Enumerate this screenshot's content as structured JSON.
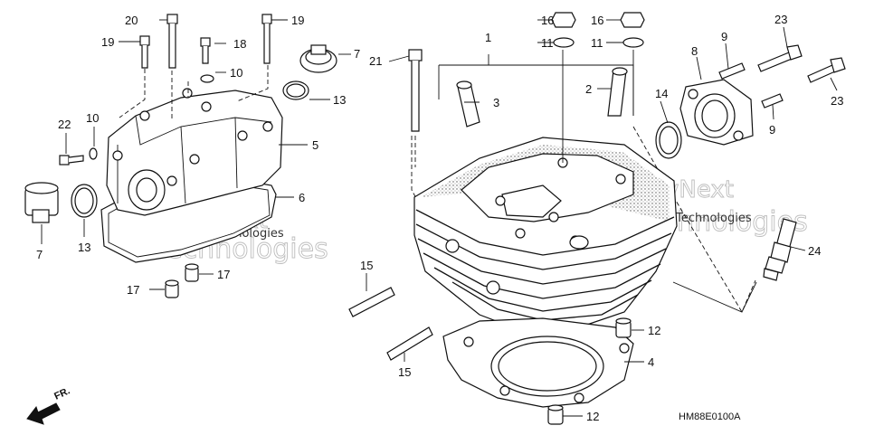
{
  "diagram": {
    "reference_code": "HM88E0100A",
    "direction_label": "FR.",
    "watermark_lines": [
      "vNext",
      "Technologies"
    ],
    "watermark_small": "vNext Technologies",
    "callouts": {
      "c1": "1",
      "c2": "2",
      "c3": "3",
      "c4": "4",
      "c5": "5",
      "c6": "6",
      "c7a": "7",
      "c7b": "7",
      "c8": "8",
      "c9a": "9",
      "c9b": "9",
      "c10a": "10",
      "c10b": "10",
      "c11a": "11",
      "c11b": "11",
      "c12a": "12",
      "c12b": "12",
      "c13a": "13",
      "c13b": "13",
      "c14": "14",
      "c15a": "15",
      "c15b": "15",
      "c16a": "16",
      "c16b": "16",
      "c17a": "17",
      "c17b": "17",
      "c18": "18",
      "c19a": "19",
      "c19b": "19",
      "c20": "20",
      "c21": "21",
      "c22": "22",
      "c23a": "23",
      "c23b": "23",
      "c24": "24"
    }
  }
}
